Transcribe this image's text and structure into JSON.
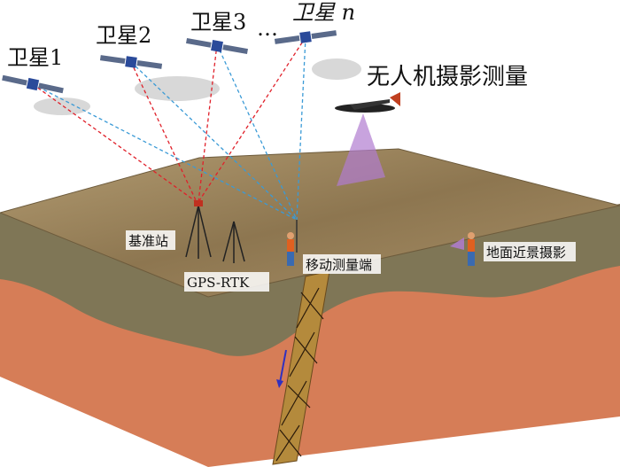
{
  "satellites": [
    {
      "label": "卫星1"
    },
    {
      "label": "卫星2"
    },
    {
      "label": "卫星3"
    },
    {
      "label": "卫星 n"
    }
  ],
  "ellipsis": "…",
  "uav_label": "无人机摄影测量",
  "base_station_label": "基准站",
  "gps_rtk_label": "GPS-RTK",
  "mobile_label": "移动测量端",
  "ground_photo_label": "地面近景摄影",
  "colors": {
    "surface": "#a08a62",
    "topsoil": "#7d7456",
    "rock": "#d67d57",
    "fault": "#b48a3c",
    "red_link": "#e0202a",
    "blue_link": "#3a9ad6",
    "uav_cone": "#b07cd0"
  }
}
